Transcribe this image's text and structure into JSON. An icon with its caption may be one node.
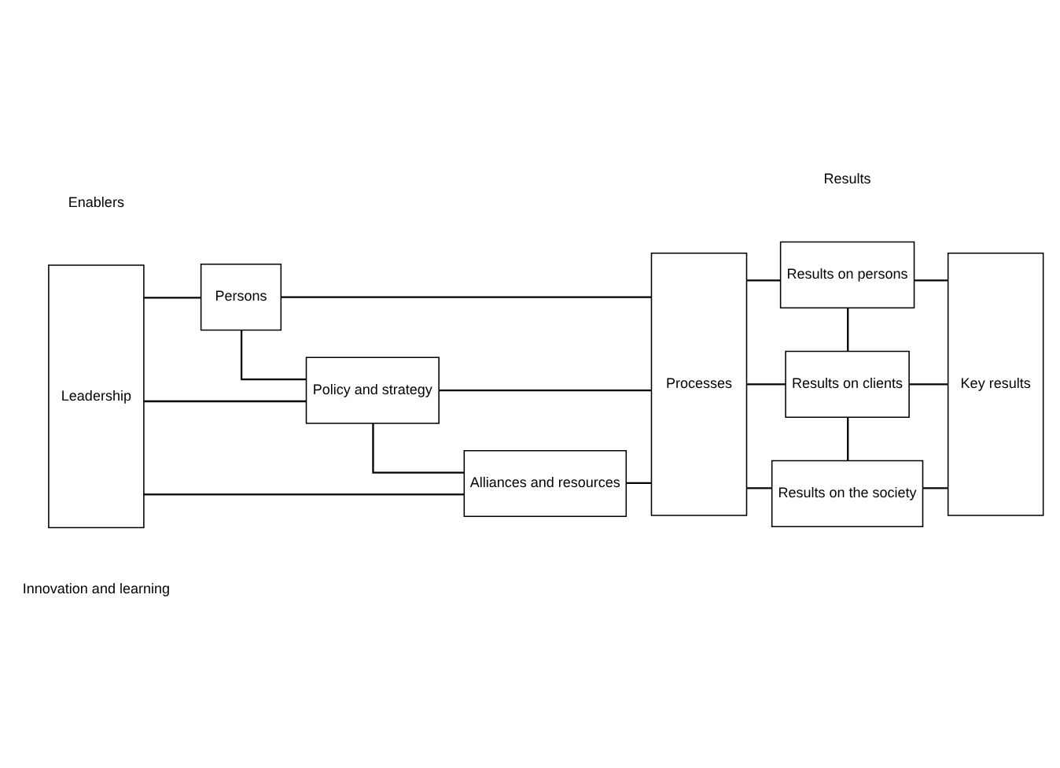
{
  "diagram": {
    "nodes": [
      {
        "text": [
          "Leadership"
        ]
      },
      {
        "text": [
          "Persons"
        ]
      },
      {
        "text": [
          "Policy and strategy"
        ]
      },
      {
        "text": [
          "Alliances and resources"
        ]
      },
      {
        "text": [
          "Processes"
        ]
      },
      {
        "text": [
          "Results on persons"
        ]
      },
      {
        "text": [
          "Results on clients"
        ]
      },
      {
        "text": [
          "Results on the society"
        ]
      },
      {
        "text": [
          "Key results"
        ]
      }
    ],
    "edges": [
      {
        "from": 0,
        "to": 1,
        "arrow": "none"
      },
      {
        "from": 0,
        "to": 2,
        "arrow": "none"
      },
      {
        "from": 0,
        "to": 3,
        "arrow": "none"
      },
      {
        "from": 1,
        "to": 2,
        "arrow": "none"
      },
      {
        "from": 2,
        "to": 3,
        "arrow": "none"
      },
      {
        "from": 1,
        "to": 4,
        "arrow": "none"
      },
      {
        "from": 2,
        "to": 4,
        "arrow": "none"
      },
      {
        "from": 3,
        "to": 4,
        "arrow": "none"
      },
      {
        "from": 4,
        "to": 5,
        "arrow": "none"
      },
      {
        "from": 4,
        "to": 6,
        "arrow": "none"
      },
      {
        "from": 4,
        "to": 7,
        "arrow": "none"
      },
      {
        "from": 5,
        "to": 6,
        "arrow": "none"
      },
      {
        "from": 6,
        "to": 7,
        "arrow": "none"
      },
      {
        "from": 5,
        "to": 8,
        "arrow": "none"
      },
      {
        "from": 6,
        "to": 8,
        "arrow": "none"
      },
      {
        "from": 7,
        "to": 8,
        "arrow": "none"
      }
    ],
    "labels": [
      "Enablers",
      "Results",
      "Innovation and learning"
    ]
  }
}
